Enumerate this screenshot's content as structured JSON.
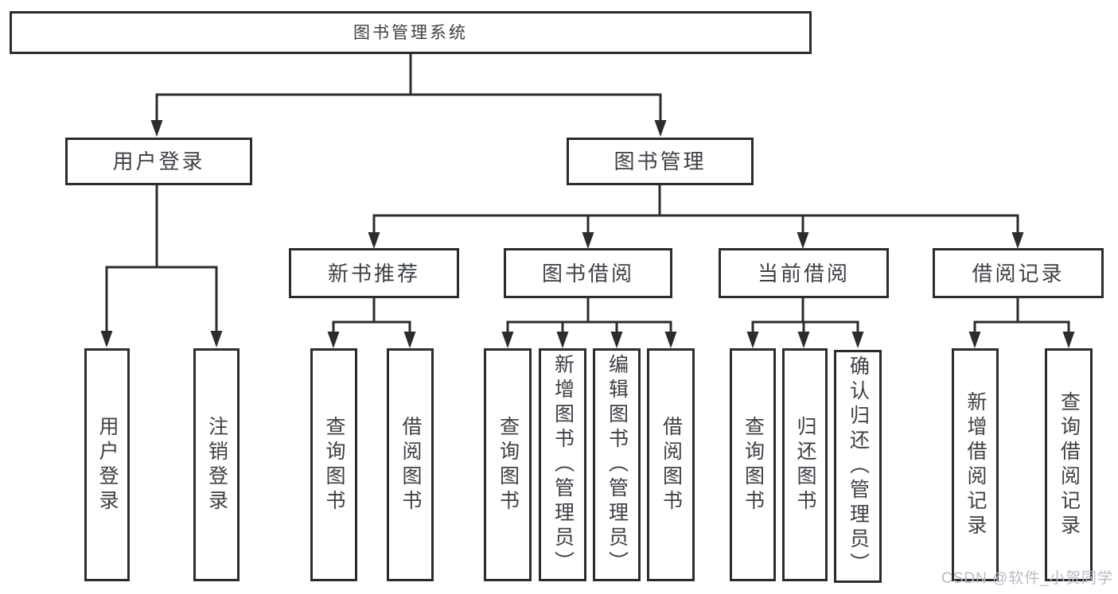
{
  "diagram": {
    "root": {
      "label": "图书管理系统"
    },
    "branches": [
      {
        "label": "用户登录",
        "children": [
          {
            "label": "用户登录"
          },
          {
            "label": "注销登录"
          }
        ]
      },
      {
        "label": "图书管理",
        "children": [
          {
            "label": "新书推荐",
            "children": [
              {
                "label": "查询图书"
              },
              {
                "label": "借阅图书"
              }
            ]
          },
          {
            "label": "图书借阅",
            "children": [
              {
                "label": "查询图书"
              },
              {
                "label": "新增图书（管理员）"
              },
              {
                "label": "编辑图书（管理员）"
              },
              {
                "label": "借阅图书"
              }
            ]
          },
          {
            "label": "当前借阅",
            "children": [
              {
                "label": "查询图书"
              },
              {
                "label": "归还图书"
              },
              {
                "label": "确认归还（管理员）"
              }
            ]
          },
          {
            "label": "借阅记录",
            "children": [
              {
                "label": "新增借阅记录"
              },
              {
                "label": "查询借阅记录"
              }
            ]
          }
        ]
      }
    ]
  },
  "watermark": {
    "text": "CSDN @软件_小贺同学"
  },
  "colors": {
    "line": "#2b2c2e",
    "text": "#3d4045",
    "background": "#ffffff",
    "watermark": "#b9bcc4"
  }
}
